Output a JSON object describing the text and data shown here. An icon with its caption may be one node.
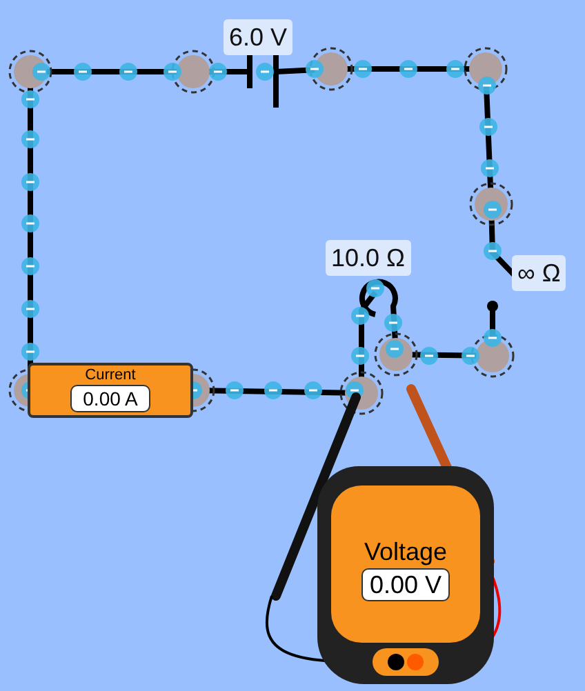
{
  "diagram": {
    "nodes": [
      {
        "text": [
          "Current",
          "0.00 A"
        ]
      },
      {
        "text": [
          "Voltage",
          "0.00 V"
        ]
      }
    ],
    "labels": [
      "6.0 V",
      "10.0 Ω",
      "∞ Ω"
    ]
  }
}
